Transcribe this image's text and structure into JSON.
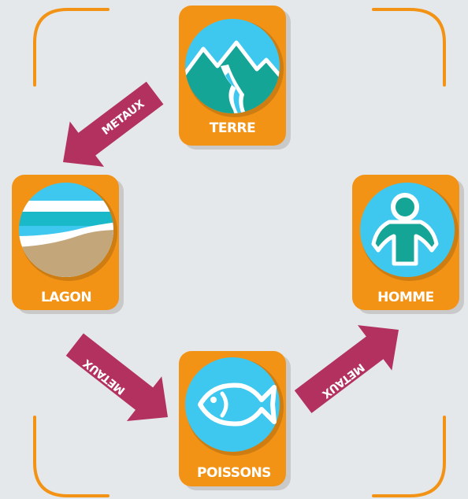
{
  "colors": {
    "background": "#e5e8ea",
    "card": "#f39316",
    "card_shadow": "#c9c9c9",
    "circle": "#3ec8f0",
    "arrow": "#b2315f",
    "corner": "#f39316",
    "white": "#ffffff"
  },
  "nodes": {
    "terre": {
      "label": "TERRE",
      "icon": "mountains-river-icon"
    },
    "lagon": {
      "label": "LAGON",
      "icon": "lagoon-beach-icon"
    },
    "homme": {
      "label": "HOMME",
      "icon": "person-icon"
    },
    "poissons": {
      "label": "POISSONS",
      "icon": "fish-icon"
    }
  },
  "arrows": [
    {
      "from": "TERRE",
      "to": "LAGON",
      "label": "METAUX"
    },
    {
      "from": "LAGON",
      "to": "POISSONS",
      "label": "METAUX"
    },
    {
      "from": "POISSONS",
      "to": "HOMME",
      "label": "METAUX"
    }
  ]
}
